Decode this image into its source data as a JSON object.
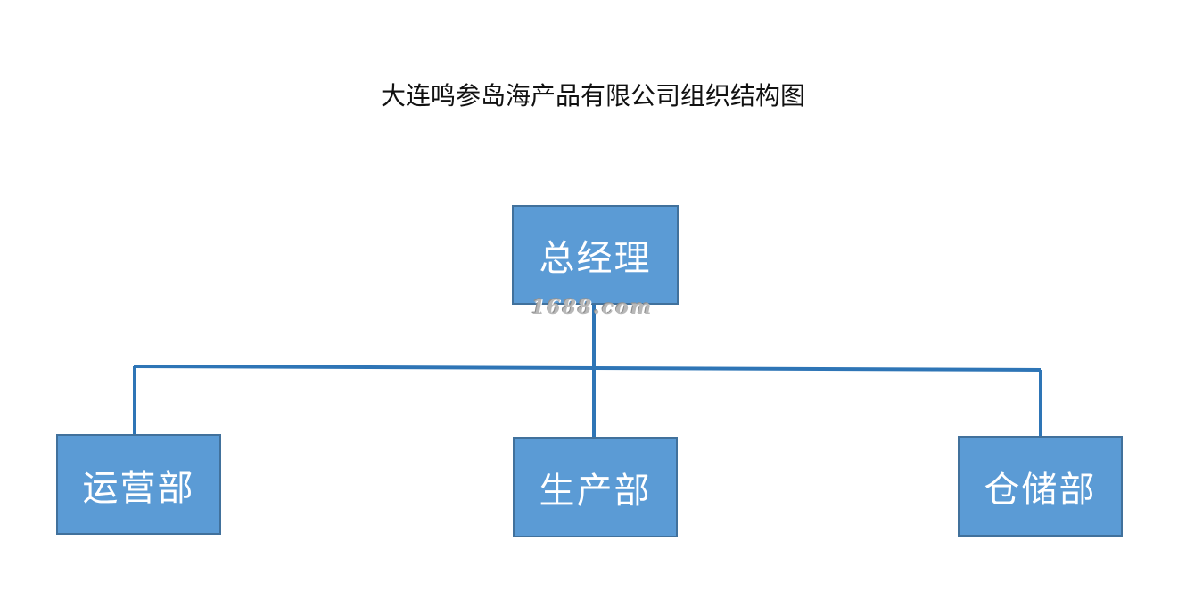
{
  "title": "大连鸣参岛海产品有限公司组织结构图",
  "nodes": {
    "root": "总经理",
    "children": [
      "运营部",
      "生产部",
      "仓储部"
    ]
  },
  "watermark": "1688.com",
  "colors": {
    "box_fill": "#5b9bd5",
    "box_border": "#41719c",
    "connector": "#2e75b6",
    "text": "#ffffff"
  }
}
